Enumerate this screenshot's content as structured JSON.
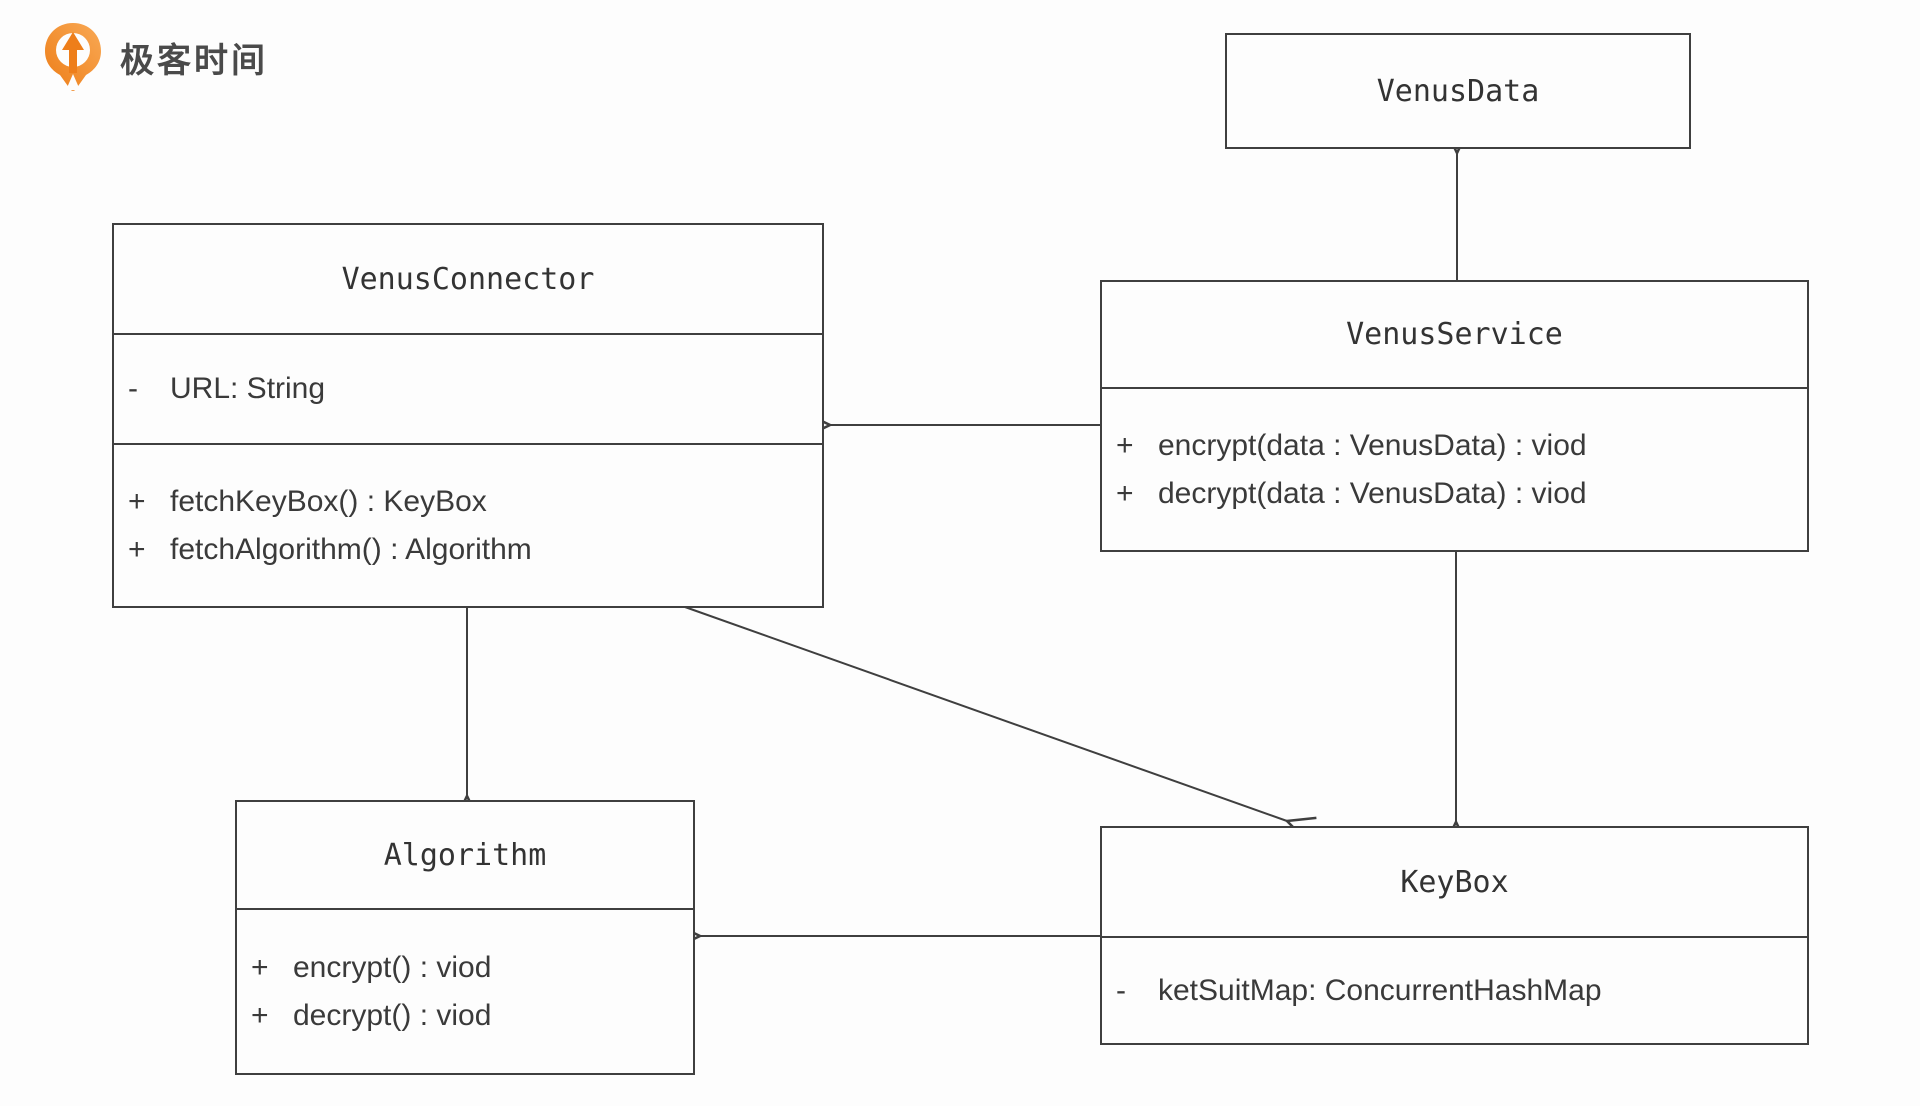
{
  "page": {
    "background": "#FDFDFD",
    "stroke_color": "#3F3F3F",
    "text_color": "#3A3A3A"
  },
  "logo": {
    "brand": "极客时间",
    "icon": "geektime-pin-icon",
    "icon_color_top": "#F9A955",
    "icon_color_bottom": "#ED7D17",
    "text_color": "#4A4A4A"
  },
  "diagram": {
    "type": "uml-class-diagram",
    "classes": {
      "venus_data": {
        "title": "VenusData",
        "attributes": [],
        "methods": []
      },
      "venus_connector": {
        "title": "VenusConnector",
        "attributes": [
          {
            "sign": "-",
            "text": "URL: String"
          }
        ],
        "methods": [
          {
            "sign": "+",
            "text": "fetchKeyBox() : KeyBox"
          },
          {
            "sign": "+",
            "text": "fetchAlgorithm() : Algorithm"
          }
        ]
      },
      "venus_service": {
        "title": "VenusService",
        "attributes": [],
        "methods": [
          {
            "sign": "+",
            "text": "encrypt(data : VenusData) : viod"
          },
          {
            "sign": "+",
            "text": "decrypt(data : VenusData) : viod"
          }
        ]
      },
      "algorithm": {
        "title": "Algorithm",
        "attributes": [],
        "methods": [
          {
            "sign": "+",
            "text": "encrypt() : viod"
          },
          {
            "sign": "+",
            "text": "decrypt() : viod"
          }
        ]
      },
      "key_box": {
        "title": "KeyBox",
        "attributes": [
          {
            "sign": "-",
            "text": "ketSuitMap: ConcurrentHashMap"
          }
        ],
        "methods": []
      }
    },
    "relations": [
      {
        "from": "VenusService",
        "to": "VenusData",
        "style": "open-arrow"
      },
      {
        "from": "VenusService",
        "to": "VenusConnector",
        "style": "open-arrow"
      },
      {
        "from": "VenusService",
        "to": "KeyBox",
        "style": "open-arrow"
      },
      {
        "from": "VenusConnector",
        "to": "Algorithm",
        "style": "open-arrow"
      },
      {
        "from": "VenusConnector",
        "to": "KeyBox",
        "style": "open-arrow"
      },
      {
        "from": "KeyBox",
        "to": "Algorithm",
        "style": "open-arrow"
      }
    ]
  }
}
